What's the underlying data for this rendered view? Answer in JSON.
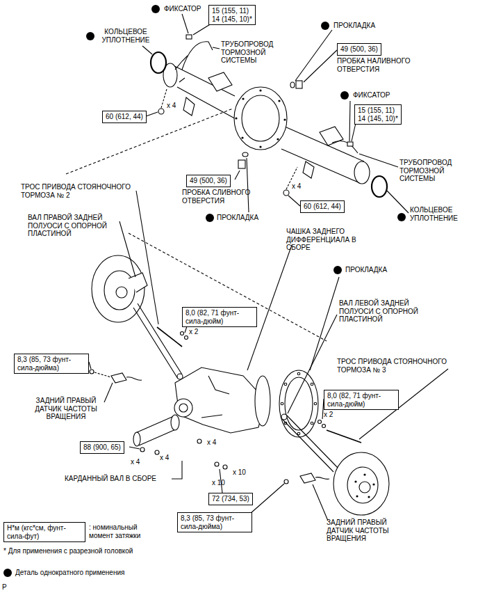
{
  "diagram": {
    "nodes": [
      {
        "text": [
          "15 (155, 11)",
          "14 (145, 10)*"
        ]
      },
      {
        "text": [
          "49 (500, 36)"
        ]
      },
      {
        "text": [
          "60 (612, 44)"
        ]
      },
      {
        "text": [
          "15 (155, 11)",
          "14 (145, 10)*"
        ]
      },
      {
        "text": [
          "49 (500, 36)"
        ]
      },
      {
        "text": [
          "60 (612, 44)"
        ]
      },
      {
        "text": [
          "8,0 (82, 71 фунт-сила-дюйм)"
        ]
      },
      {
        "text": [
          "8,3 (85, 73 фунт-сила-дюйма)"
        ]
      },
      {
        "text": [
          "8,0 (82, 71 фунт-сила-дюйм)"
        ]
      },
      {
        "text": [
          "88 (900, 65)"
        ]
      },
      {
        "text": [
          "72 (734, 53)"
        ]
      },
      {
        "text": [
          "8,3 (85, 73 фунт-сила-дюйма)"
        ]
      },
      {
        "text": [
          "Н*м (кгс*см, фунт-сила-фут)",
          ": номинальный момент затяжки"
        ]
      }
    ],
    "labels": [
      "ФИКСАТОР",
      "КОЛЬЦЕВОЕ УПЛОТНЕНИЕ",
      "ПРОКЛАДКА",
      "ТРУБОПРОВОД ТОРМОЗНОЙ СИСТЕМЫ",
      "ПРОБКА НАЛИВНОГО ОТВЕРСТИЯ",
      "x 4",
      "ФИКСАТОР",
      "ТРУБОПРОВОД ТОРМОЗНОЙ СИСТЕМЫ",
      "x 4",
      "ПРОБКА СЛИВНОГО ОТВЕРСТИЯ",
      "КОЛЬЦЕВОЕ УПЛОТНЕНИЕ",
      "ПРОКЛАДКА",
      "ТРОС ПРИВОДА СТОЯНОЧНОГО ТОРМОЗА № 2",
      "ВАЛ ПРАВОЙ ЗАДНЕЙ ПОЛУОСИ С ОПОРНОЙ ПЛАСТИНОЙ",
      "ЧАШКА ЗАДНЕГО ДИФФЕРЕНЦИАЛА В СБОРЕ",
      "ПРОКЛАДКА",
      "ВАЛ ЛЕВОЙ ЗАДНЕЙ ПОЛУОСИ С ОПОРНОЙ ПЛАСТИНОЙ",
      "x 2",
      "ТРОС ПРИВОДА СТОЯНОЧНОГО ТОРМОЗА № 3",
      "ЗАДНИЙ ПРАВЫЙ ДАТЧИК ЧАСТОТЫ ВРАЩЕНИЯ",
      "x 2",
      "x 4",
      "x 4",
      "x 4",
      "x 10",
      "КАРДАННЫЙ ВАЛ В СБОРЕ",
      "x 10",
      "ЗАДНИЙ ПРАВЫЙ ДАТЧИК ЧАСТОТЫ ВРАЩЕНИЯ",
      "* Для применения с разрезной головкой",
      "P"
    ],
    "legend": [
      {
        "text": "Деталь однократного применения"
      }
    ]
  }
}
